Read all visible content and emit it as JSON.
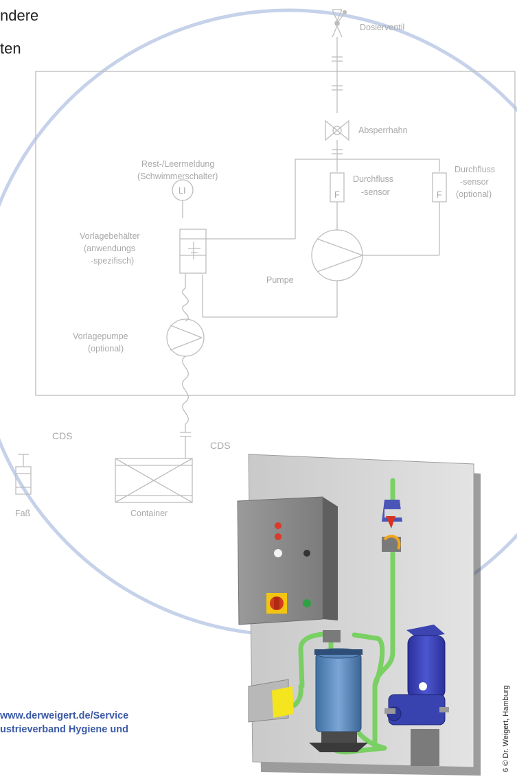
{
  "intro_text": {
    "line1": "ndere",
    "line2": "ten"
  },
  "diagram": {
    "labels": {
      "dosing_valve": "Dosierventil",
      "shutoff_valve": "Absperrhahn",
      "level_alarm_line1": "Rest-/Leermeldung",
      "level_alarm_line2": "(Schwimmerschalter)",
      "flow_sensor_line1": "Durchfluss",
      "flow_sensor_line2": "-sensor",
      "flow_sensor_opt_line1": "Durchfluss",
      "flow_sensor_opt_line2": "-sensor",
      "flow_sensor_opt_line3": "(optional)",
      "level_symbol": "LI",
      "tank_line1": "Vorlagebehälter",
      "tank_line2": "(anwendungs",
      "tank_line3": "-spezifisch)",
      "pump": "Pumpe",
      "prepump_line1": "Vorlagepumpe",
      "prepump_line2": "(optional)",
      "cds_left": "CDS",
      "cds_right": "CDS",
      "drum": "Faß",
      "container": "Container",
      "sensor_symbol": "F"
    }
  },
  "footer": {
    "link_line1": "www.derweigert.de/Service",
    "link_line2": "ustrieverband Hygiene und",
    "copyright": "6 © Dr. Weigert, Hamburg"
  },
  "colors": {
    "circle_stroke": "#c6d2ea",
    "diagram_line": "#bdbdbd",
    "link_blue": "#3b5aa6",
    "cabinet_grey": "#8a8a8a",
    "pipe_green": "#72d05a",
    "pump_blue": "#3c45b4"
  }
}
